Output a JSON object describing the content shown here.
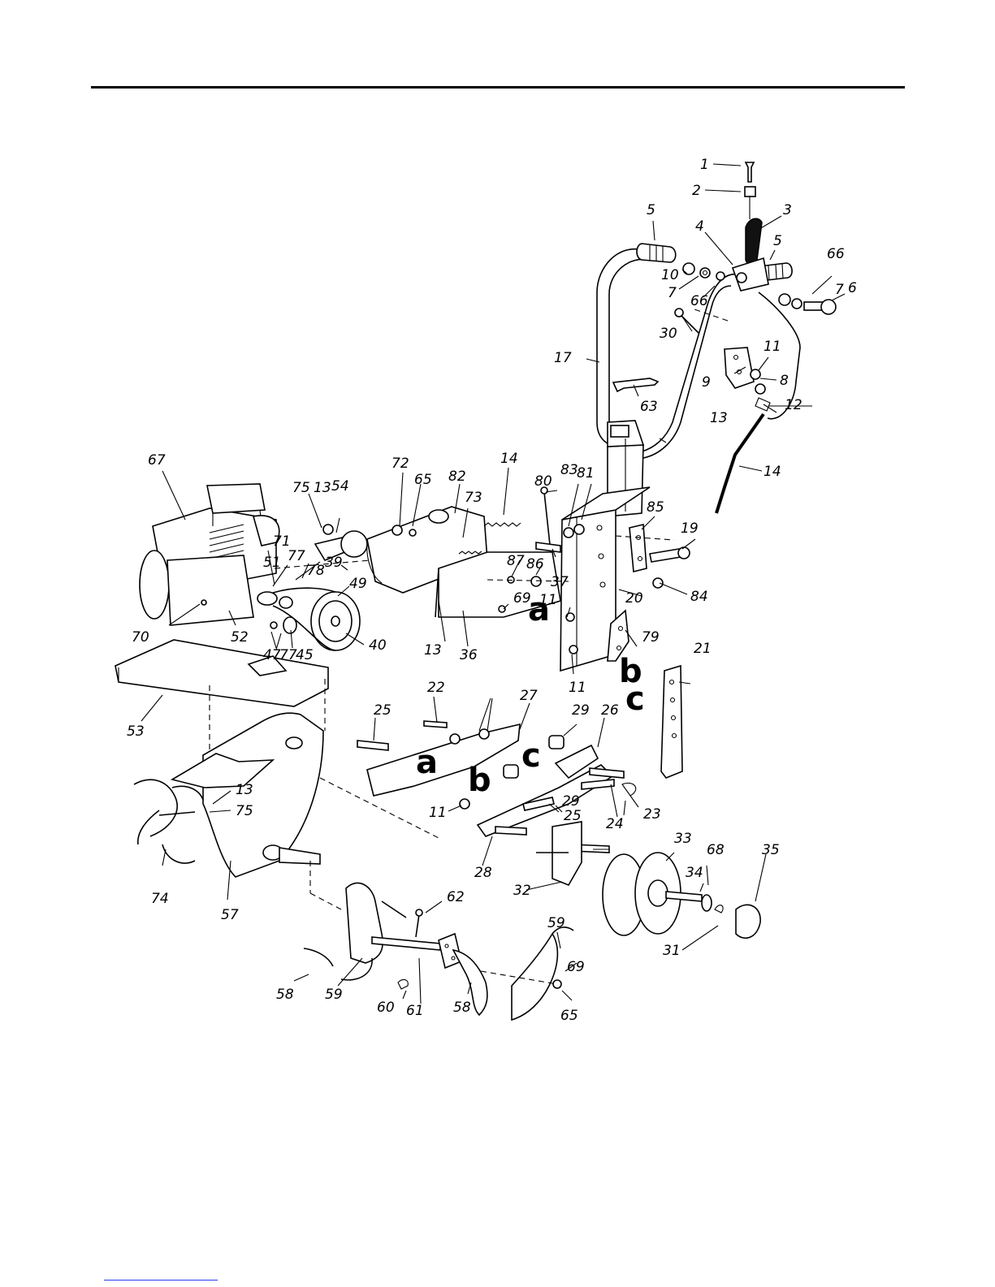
{
  "diagram": {
    "callouts": [
      "1",
      "2",
      "3",
      "4",
      "5",
      "5",
      "10",
      "7",
      "66",
      "66",
      "7",
      "6",
      "30",
      "11",
      "8",
      "9",
      "12",
      "13",
      "17",
      "63",
      "14",
      "67",
      "75",
      "13",
      "54",
      "72",
      "65",
      "82",
      "14",
      "80",
      "83",
      "81",
      "73",
      "85",
      "19",
      "71",
      "77",
      "78",
      "51",
      "39",
      "49",
      "87",
      "86",
      "37",
      "84",
      "20",
      "69",
      "70",
      "52",
      "47",
      "77",
      "45",
      "40",
      "13",
      "36",
      "11",
      "79",
      "21",
      "22",
      "11",
      "27",
      "29",
      "26",
      "25",
      "53",
      "11",
      "25",
      "29",
      "24",
      "23",
      "13",
      "75",
      "28",
      "33",
      "68",
      "35",
      "32",
      "34",
      "74",
      "57",
      "62",
      "59",
      "31",
      "58",
      "59",
      "60",
      "61",
      "58",
      "65",
      "69"
    ],
    "section_letters": [
      "a",
      "b",
      "c",
      "a",
      "b",
      "c"
    ]
  }
}
